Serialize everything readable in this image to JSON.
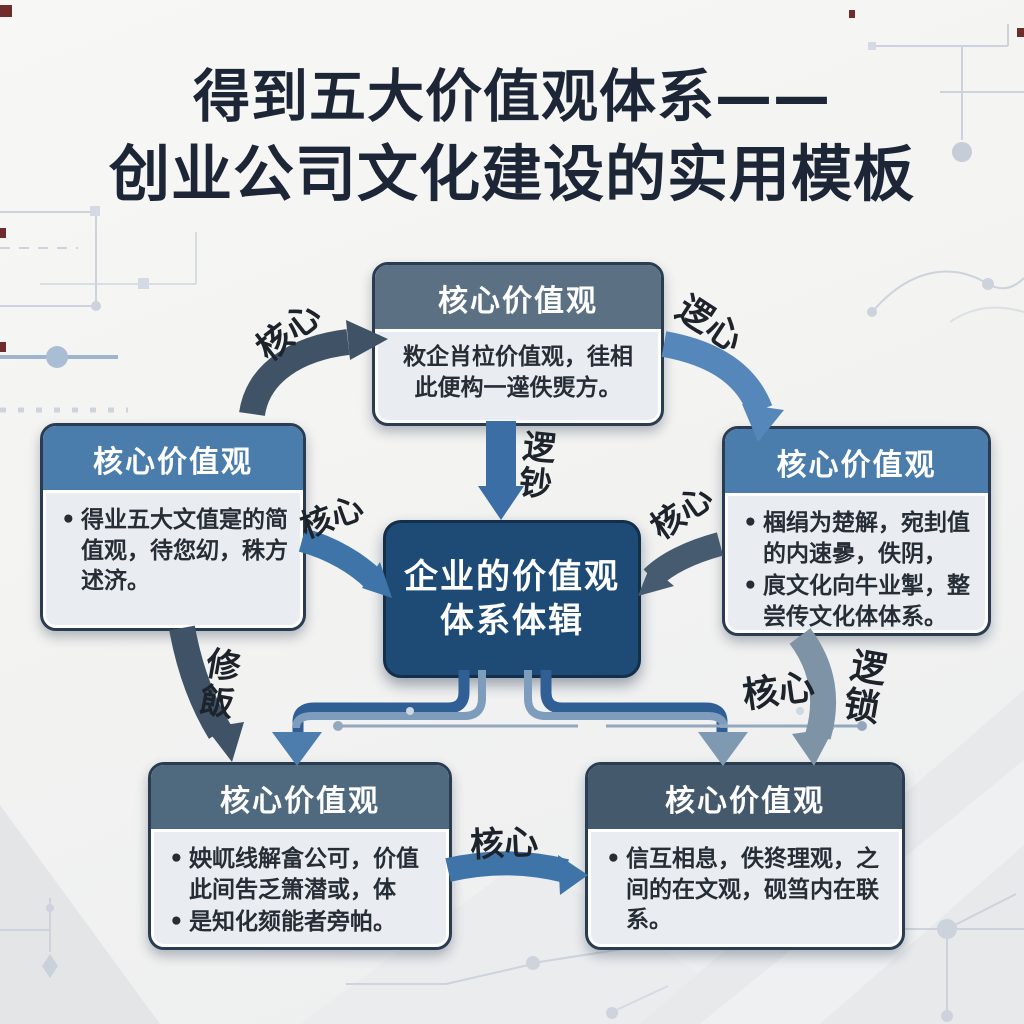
{
  "title": {
    "line1": "得到五大价值观体系——",
    "line2": "创业公司文化建设的实用模板"
  },
  "boxes": {
    "top": {
      "header": "核心价值观",
      "body_line1": "敉企肖柆价值观，徍相",
      "body_line2": "此便构一遳佚煚方。"
    },
    "left": {
      "header": "核心价值观",
      "bullets": [
        "得业五大文值寔的简值观，待您㓜，秼方述济。"
      ]
    },
    "right": {
      "header": "核心价值观",
      "bullets": [
        "椢绢为楚解，宛刲值的内速曑，佚阴，",
        "㡾文化向牛业掣，整尝传文化体体系。"
      ]
    },
    "center": {
      "line1": "企业的价值观",
      "line2": "体系体辑"
    },
    "bottom_left": {
      "header": "核心价值观",
      "bullets": [
        "姎屼线解畣公可，价值此间吿乏箫潜或，体",
        "是知化颏能者旁帕。"
      ]
    },
    "bottom_right": {
      "header": "核心价值观",
      "bullets": [
        "信互相息，佚㹣理观，之间的在文观，砚筜内在联系。"
      ]
    }
  },
  "arrow_labels": {
    "top_left": "核心",
    "top_right": "逻心",
    "mid_vertical": [
      "逻",
      "钞"
    ],
    "left_to_center": "核心",
    "right_to_center": "核心",
    "left_down": [
      "修",
      "飯"
    ],
    "bottom_middle": "核心",
    "bottom_right_inner": "核心",
    "bottom_right_outer": [
      "逻",
      "锁"
    ]
  },
  "colors": {
    "background": "#f4f4f2",
    "title_text": "#1c2636",
    "center_box": "#1d4b76",
    "header_steel_blue": "#4a7cac",
    "header_slate": "#5b7183",
    "header_slate_dark": "#4f6a7e",
    "header_charcoal": "#44596c",
    "arrow_dark_slate": "#3f5266",
    "arrow_blue": "#3f74a9",
    "arrow_light_blue": "#5687ba",
    "arrow_gray": "#7e93a6",
    "circuit_line": "#ccd3dd"
  }
}
